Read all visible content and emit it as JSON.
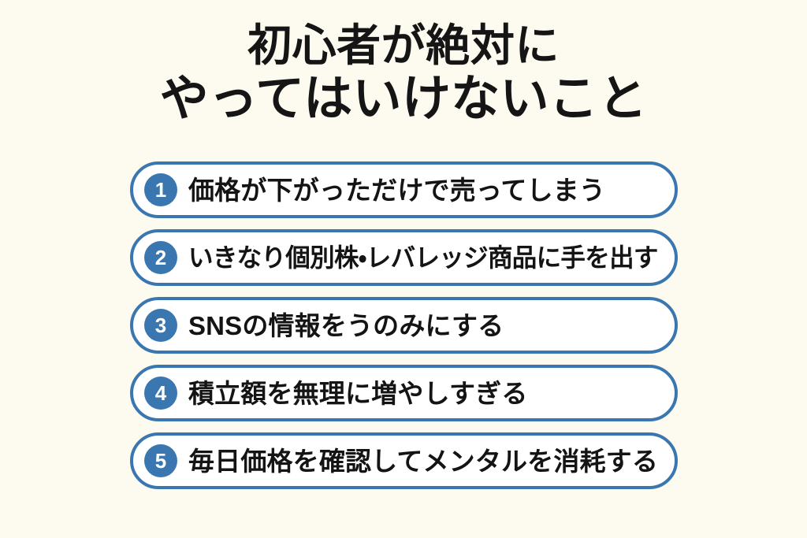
{
  "background_color": "#fdfaf0",
  "accent_color": "#3a77b0",
  "text_color": "#141414",
  "title": {
    "line1": "初心者が絶対に",
    "line2": "やってはいけないこと"
  },
  "list": {
    "items": [
      {
        "number": "1",
        "text": "価格が下がっただけで売ってしまう"
      },
      {
        "number": "2",
        "text": "いきなり個別株・レバレッジ商品に手を出す"
      },
      {
        "number": "3",
        "text": "SNSの情報をうのみにする"
      },
      {
        "number": "4",
        "text": "積立額を無理に増やしすぎる"
      },
      {
        "number": "5",
        "text": "毎日価格を確認してメンタルを消耗する"
      }
    ]
  }
}
